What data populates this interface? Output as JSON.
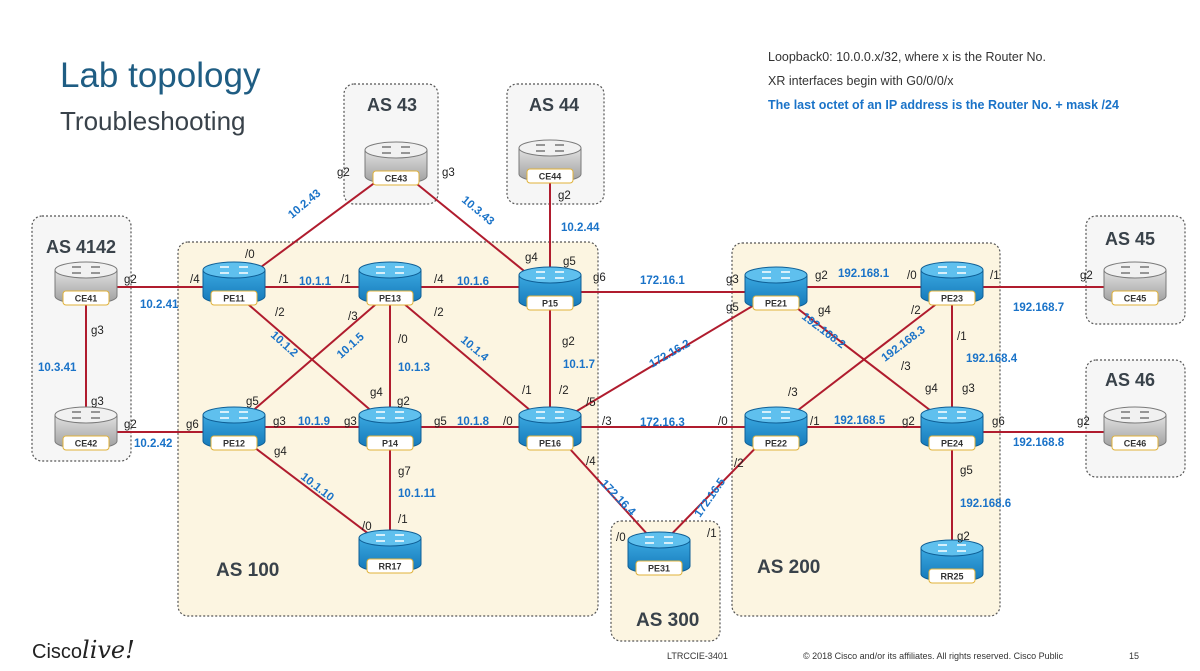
{
  "title": "Lab topology",
  "subtitle": "Troubleshooting",
  "notes": [
    "Loopback0: 10.0.0.x/32, where x is the Router No.",
    "XR interfaces begin with G0/0/0/x",
    "The last octet of an IP address is the Router No. + mask /24"
  ],
  "colors": {
    "title": "#1f5d83",
    "link": "#b01c2e",
    "net_label": "#1a73c8",
    "as_fill": "#fcf5e1"
  },
  "as_boxes": {
    "as4142": "AS 4142",
    "as43": "AS 43",
    "as44": "AS 44",
    "as45": "AS 45",
    "as46": "AS 46",
    "as100": "AS 100",
    "as200": "AS 200",
    "as300": "AS 300"
  },
  "routers": {
    "CE41": "CE41",
    "CE42": "CE42",
    "CE43": "CE43",
    "CE44": "CE44",
    "CE45": "CE45",
    "CE46": "CE46",
    "PE11": "PE11",
    "PE12": "PE12",
    "PE13": "PE13",
    "P14": "P14",
    "P15": "P15",
    "PE16": "PE16",
    "RR17": "RR17",
    "PE21": "PE21",
    "PE22": "PE22",
    "PE23": "PE23",
    "PE24": "PE24",
    "RR25": "RR25",
    "PE31": "PE31"
  },
  "net_labels": [
    "10.2.41",
    "10.3.41",
    "10.2.42",
    "10.2.43",
    "10.3.43",
    "10.2.44",
    "10.1.1",
    "10.1.6",
    "10.1.5",
    "10.1.2",
    "10.1.3",
    "10.1.4",
    "10.1.7",
    "10.1.9",
    "10.1.8",
    "10.1.10",
    "10.1.11",
    "172.16.1",
    "172.16.2",
    "172.16.3",
    "172.16.4",
    "172.16.5",
    "192.168.1",
    "192.168.2",
    "192.168.3",
    "192.168.4",
    "192.168.5",
    "192.168.6",
    "192.168.7",
    "192.168.8"
  ],
  "interface_labels": [
    "g2",
    "g3",
    "g2",
    "g3",
    "g2",
    "g3",
    "g2",
    "g4",
    "g5",
    "g6",
    "/0",
    "/4",
    "/1",
    "/2",
    "/1",
    "/3",
    "/4",
    "/2",
    "/0",
    "g5",
    "g6",
    "g3",
    "g4",
    "g4",
    "g2",
    "g3",
    "g5",
    "g7",
    "/0",
    "/1",
    "g2",
    "/1",
    "/2",
    "/5",
    "/0",
    "/3",
    "/4",
    "g3",
    "g5",
    "g2",
    "g4",
    "/3",
    "/0",
    "/1",
    "/2",
    "/0",
    "/1",
    "/2",
    "/3",
    "/1",
    "g4",
    "g3",
    "g2",
    "g6",
    "g5",
    "g2",
    "g2",
    "g2",
    "/0",
    "/1"
  ],
  "footer": {
    "code": "LTRCCIE-3401",
    "copyright": "© 2018  Cisco and/or its affiliates. All rights reserved.   Cisco Public",
    "page": "15"
  },
  "logo": {
    "brand": "Cisco",
    "live": "live!"
  }
}
